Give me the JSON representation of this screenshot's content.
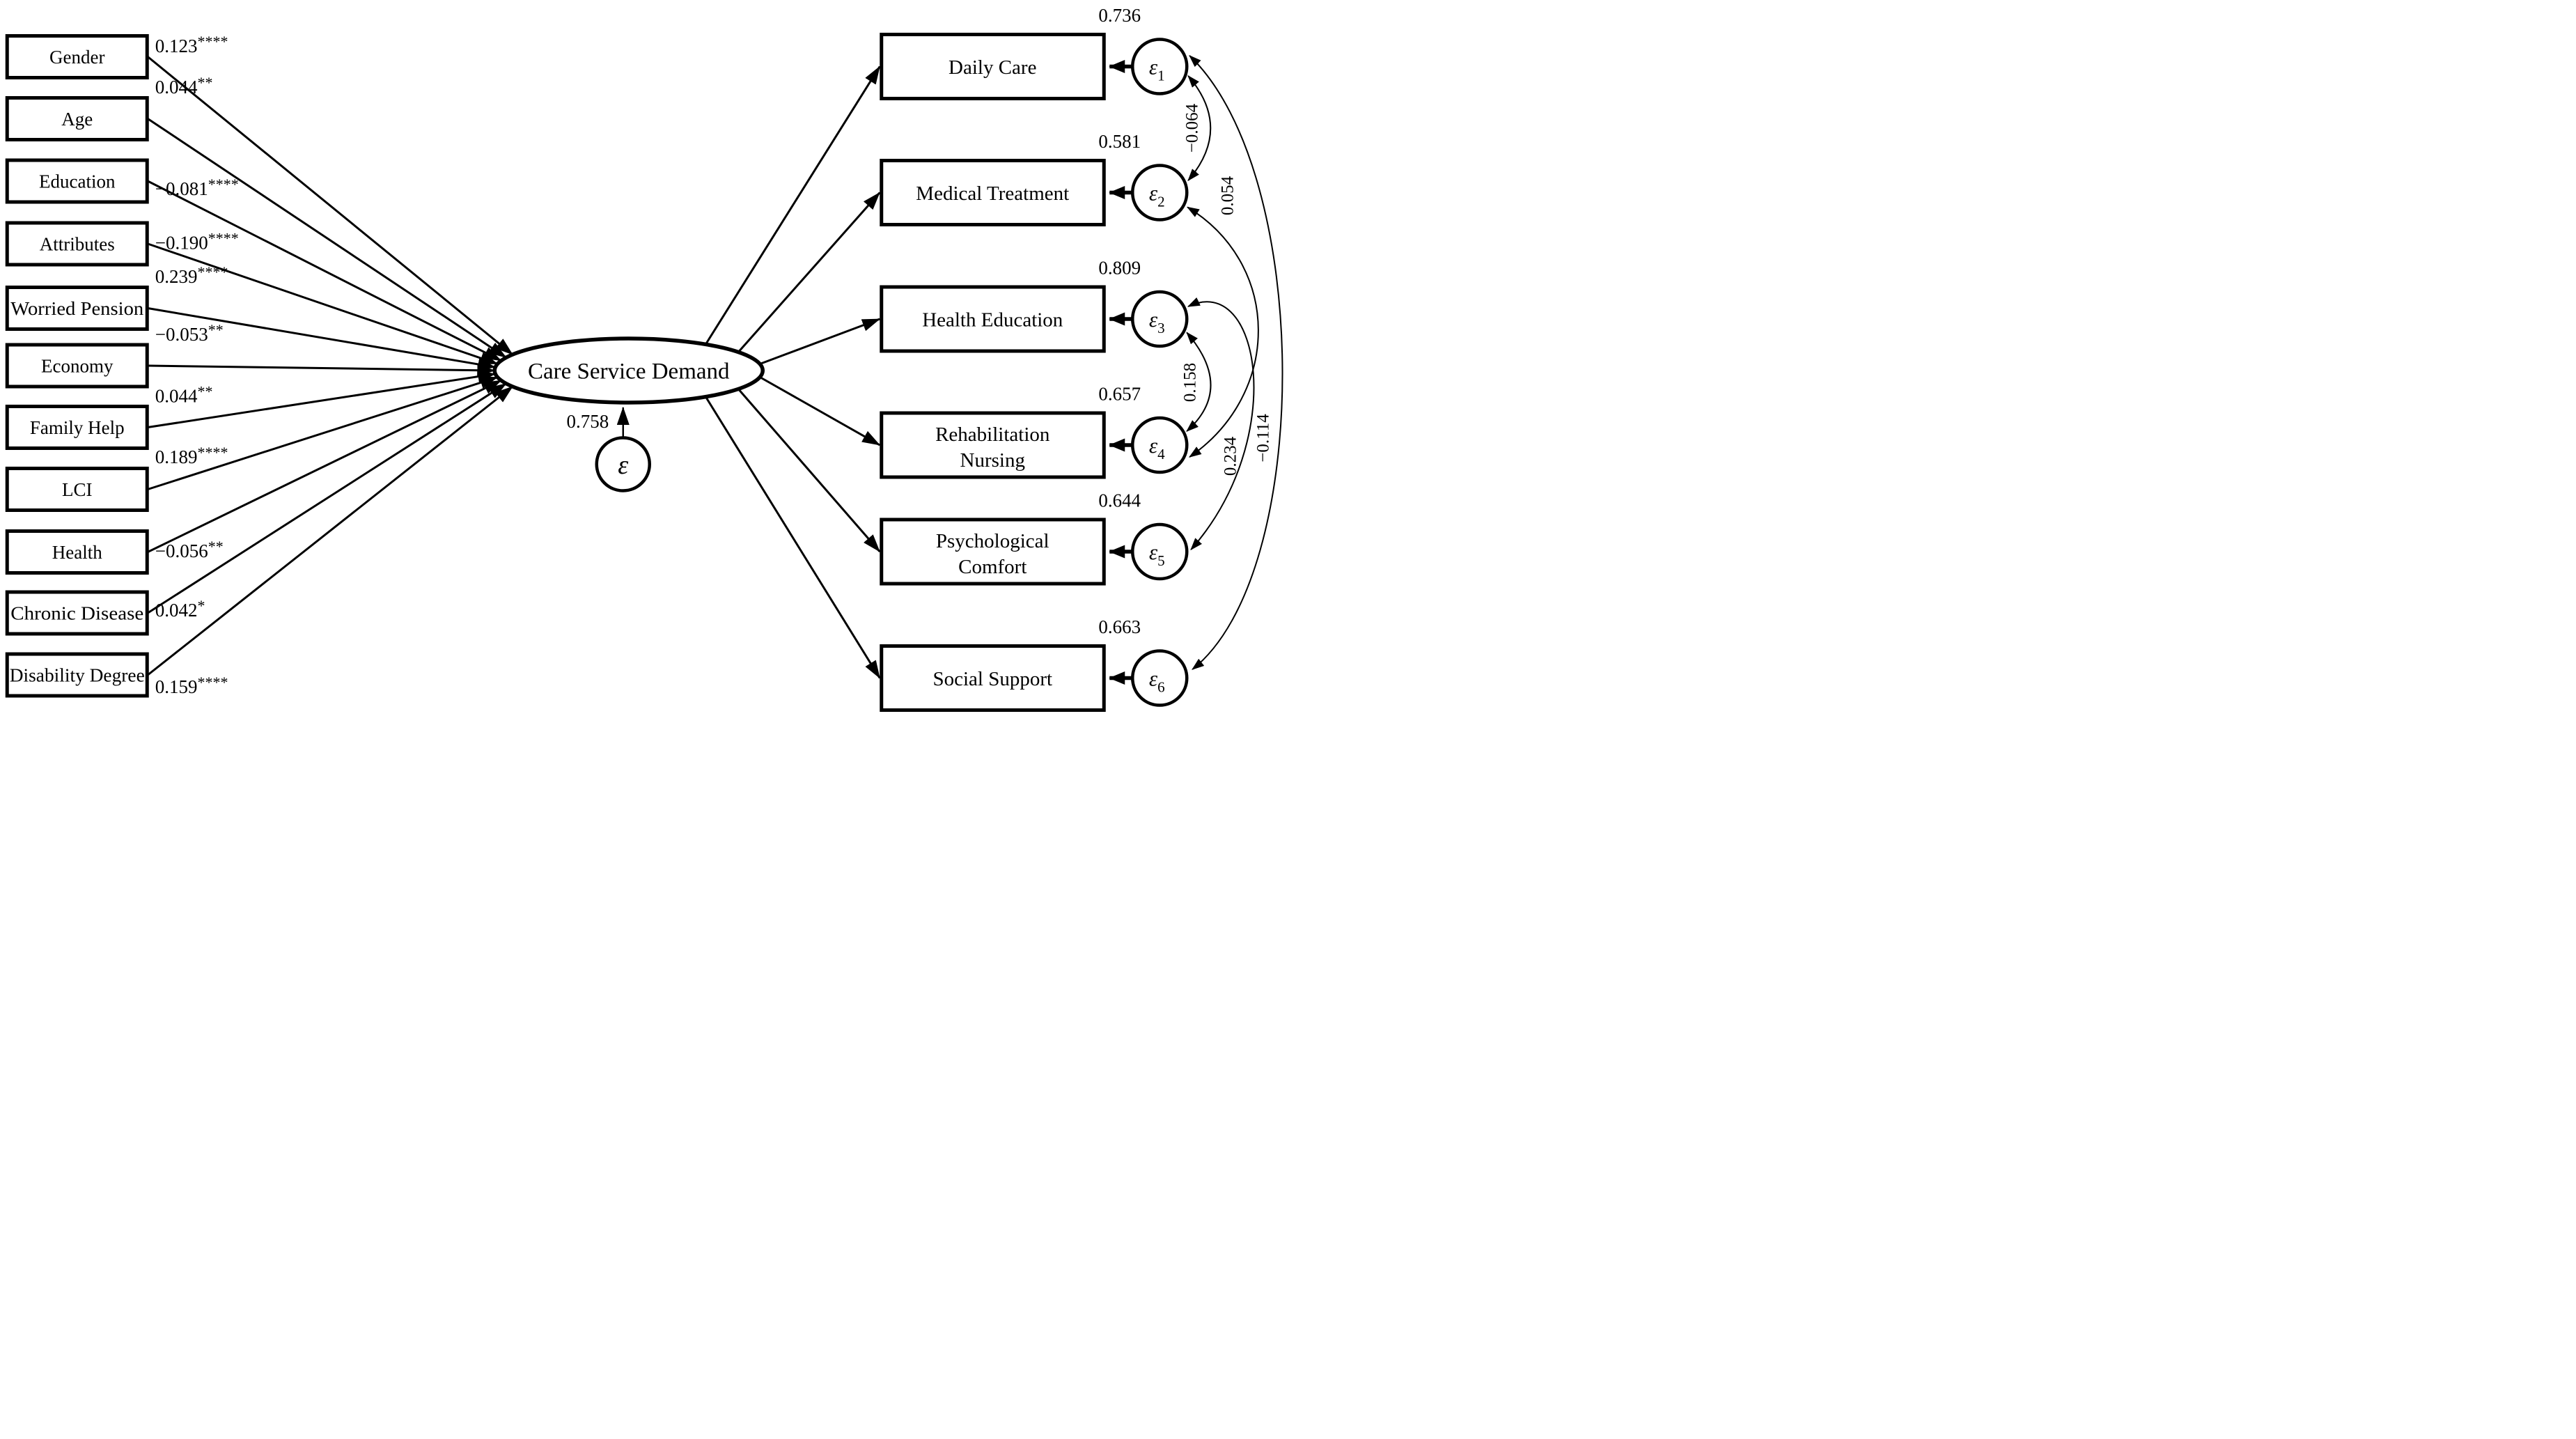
{
  "colors": {
    "ink": "#000000",
    "paper": "#ffffff"
  },
  "latent": {
    "label": "Care Service Demand"
  },
  "residual": {
    "symbol": "ε",
    "value": "0.758"
  },
  "predictors": [
    {
      "label": "Gender",
      "coef": "0.123",
      "stars": "****"
    },
    {
      "label": "Age",
      "coef": "0.044",
      "stars": "**"
    },
    {
      "label": "Education",
      "coef": "−0.081",
      "stars": "****"
    },
    {
      "label": "Attributes",
      "coef": "−0.190",
      "stars": "****"
    },
    {
      "label": "Worried Pension",
      "coef": "0.239",
      "stars": "****"
    },
    {
      "label": "Economy",
      "coef": "−0.053",
      "stars": "**"
    },
    {
      "label": "Family Help",
      "coef": "0.044",
      "stars": "**"
    },
    {
      "label": "LCI",
      "coef": "0.189",
      "stars": "****"
    },
    {
      "label": "Health",
      "coef": "−0.056",
      "stars": "**"
    },
    {
      "label": "Chronic Disease",
      "coef": "0.042",
      "stars": "*"
    },
    {
      "label": "Disability Degree",
      "coef": "0.159",
      "stars": "****"
    }
  ],
  "outcomes": [
    {
      "line1": "Daily Care",
      "line2": "",
      "value": "0.736",
      "error_symbol": "ε",
      "error_sub": "1"
    },
    {
      "line1": "Medical Treatment",
      "line2": "",
      "value": "0.581",
      "error_symbol": "ε",
      "error_sub": "2"
    },
    {
      "line1": "Health Education",
      "line2": "",
      "value": "0.809",
      "error_symbol": "ε",
      "error_sub": "3"
    },
    {
      "line1": "Rehabilitation",
      "line2": "Nursing",
      "value": "0.657",
      "error_symbol": "ε",
      "error_sub": "4"
    },
    {
      "line1": "Psychological",
      "line2": "Comfort",
      "value": "0.644",
      "error_symbol": "ε",
      "error_sub": "5"
    },
    {
      "line1": "Social Support",
      "line2": "",
      "value": "0.663",
      "error_symbol": "ε",
      "error_sub": "6"
    }
  ],
  "covariances": [
    {
      "from": "ε1",
      "to": "ε2",
      "value": "−0.064"
    },
    {
      "from": "ε2",
      "to": "ε4",
      "value": "0.054"
    },
    {
      "from": "ε3",
      "to": "ε4",
      "value": "0.158"
    },
    {
      "from": "ε3",
      "to": "ε5",
      "value": "0.234"
    },
    {
      "from": "ε1",
      "to": "ε6",
      "value": "−0.114"
    }
  ]
}
